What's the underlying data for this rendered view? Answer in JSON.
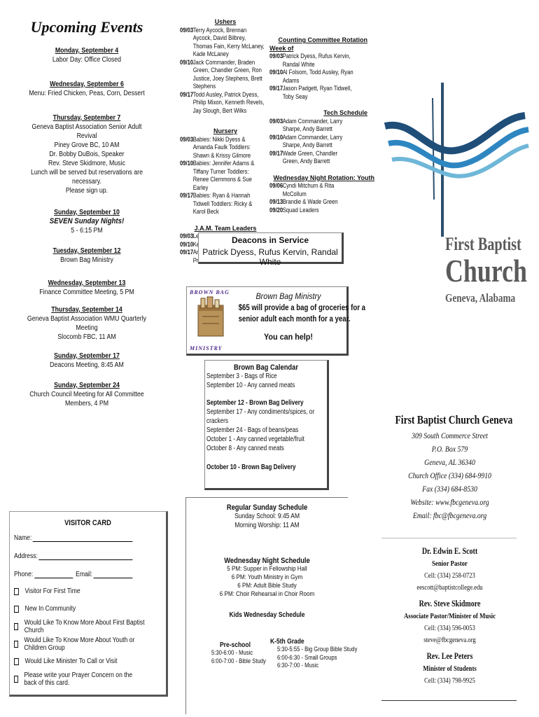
{
  "events": {
    "title": "Upcoming Events",
    "items": [
      {
        "date": "Monday, September 4",
        "lines": [
          "Labor Day: Office Closed"
        ]
      },
      {
        "date": "Wednesday, September 6",
        "lines": [
          "Menu: Fried Chicken, Peas, Corn, Dessert"
        ]
      },
      {
        "date": "Thursday, September 7",
        "lines": [
          "Geneva Baptist Association Senior Adult Revival",
          "Piney Grove BC, 10 AM",
          "Dr. Bobby DuBois, Speaker",
          "Rev. Steve Skidmore, Music",
          "Lunch will be served but reservations are necessary.",
          "Please sign up."
        ]
      },
      {
        "date": "Sunday, September 10",
        "lines": [
          "SEVEN Sunday Nights!",
          "5 - 6:15 PM"
        ]
      },
      {
        "date": "Tuesday, September 12",
        "lines": [
          "Brown Bag Ministry"
        ]
      },
      {
        "date": "Wednesday, September 13",
        "lines": [
          "Finance Committee Meeting, 5 PM"
        ]
      },
      {
        "date": "Thursday, September 14",
        "lines": [
          "Geneva Baptist Association WMU Quarterly Meeting",
          "Slocomb FBC, 11 AM"
        ]
      },
      {
        "date": "Sunday, September 17",
        "lines": [
          "Deacons Meeting, 8:45 AM"
        ]
      },
      {
        "date": "Sunday, September 24",
        "lines": [
          "Church Council Meeting for All Committee Members, 4 PM"
        ]
      }
    ]
  },
  "visitor": {
    "title": "VISITOR CARD",
    "name": "Name:",
    "address": "Address:",
    "phone": "Phone:",
    "email": "Email:",
    "checks": [
      "Visitor For First Time",
      "New In Community",
      "Would Like To Know More About First Baptist Church",
      "Would Like To Know More About Youth or Children Group",
      "Would Like Minister To Call or Visit",
      "Please write your Prayer Concern on the back of this card."
    ]
  },
  "ushers": {
    "title": "Ushers",
    "items": [
      {
        "date": "09/03",
        "text": "Terry Aycock, Brennan Aycock, David Bilbrey, Thomas Fain, Kerry McLaney, Kade McLaney"
      },
      {
        "date": "09/10",
        "text": "Jack Commander, Braden Green, Chandler Green, Ron Justice, Joey Stephens, Brett Stephens"
      },
      {
        "date": "09/17",
        "text": "Todd Ausley, Patrick Dyess, Philip Mixon, Kenneth Revels, Jay Slough, Bert Wilks"
      }
    ]
  },
  "nursery": {
    "title": "Nursery",
    "items": [
      {
        "date": "09/03",
        "text": "Babies: Nikki Dyess & Amanda Faulk Toddlers: Shawn & Krissy Gilmore"
      },
      {
        "date": "09/10",
        "text": "Babies: Jennifer Adams & Tiffany Turner Toddlers: Renee Clemmons & Sue Earley"
      },
      {
        "date": "09/17",
        "text": "Babies: Ryan & Hannah Tidwell Toddlers: Ricky & Karol Beck"
      }
    ]
  },
  "jam": {
    "title": "J.A.M. Team Leaders",
    "items": [
      {
        "date": "09/03",
        "text": "Lee Peters & Youth"
      },
      {
        "date": "09/10",
        "text": "Kenneth & Michelle Revels"
      },
      {
        "date": "09/17",
        "text": "Anna Padgett & Mandy Precise"
      }
    ]
  },
  "counting": {
    "title": "Counting Committee Rotation",
    "subtitle": "Week of",
    "items": [
      {
        "date": "09/03",
        "text": "Patrick Dyess, Rufus Kervin, Randal White"
      },
      {
        "date": "09/10",
        "text": "Al Folsom, Todd Ausley, Ryan Adams"
      },
      {
        "date": "09/17",
        "text": "Jason Padgett, Ryan Tidwell, Toby Seay"
      }
    ]
  },
  "tech": {
    "title": "Tech Schedule",
    "items": [
      {
        "date": "09/03",
        "text": "Adam Commander, Larry Sharpe, Andy Barrett"
      },
      {
        "date": "09/10",
        "text": "Adam Commander, Larry Sharpe, Andy Barrett"
      },
      {
        "date": "09/17",
        "text": "Wade Green, Chandler Green, Andy Barrett"
      }
    ]
  },
  "youth": {
    "title": "Wednesday Night Rotation: Youth",
    "items": [
      {
        "date": "09/06",
        "text": "Cyndi Mitchum & Rita McCollum"
      },
      {
        "date": "09/13",
        "text": "Brandie & Wade Green"
      },
      {
        "date": "09/20",
        "text": "Squad Leaders"
      }
    ]
  },
  "deacons": {
    "title": "Deacons in Service",
    "names": "Patrick Dyess, Rufus Kervin, Randal White"
  },
  "brownbag": {
    "logo_top": "BROWN BAG",
    "logo_bottom": "MINISTRY",
    "title": "Brown Bag Ministry",
    "line1": "$65 will provide a bag of groceries for a",
    "line2": "senior adult each month for a year.",
    "help": "You can help!"
  },
  "calendar": {
    "title": "Brown Bag Calendar",
    "group1": [
      "September 3 - Bags of Rice",
      "September 10 - Any canned meats"
    ],
    "delivery1": "September 12 - Brown Bag Delivery",
    "group2": [
      "September 17 - Any condiments/spices, or crackers",
      "September 24 - Bags of beans/peas",
      "October 1 - Any canned vegetable/fruit",
      "October 8 - Any canned meats"
    ],
    "delivery2": "October 10 - Brown Bag Delivery"
  },
  "schedule": {
    "sunday_title": "Regular Sunday Schedule",
    "sunday": [
      "Sunday School: 9:45 AM",
      "Morning Worship: 11 AM"
    ],
    "wed_title": "Wednesday Night Schedule",
    "wed": [
      "5 PM: Supper in Fellowship Hall",
      "6 PM: Youth Ministry in Gym",
      "6 PM: Adult Bible Study",
      "6 PM: Choir Rehearsal in Choir Room"
    ],
    "kids_title": "Kids Wednesday Schedule",
    "pre_title": "Pre-school",
    "pre": [
      "5:30-6:00 - Music",
      "6:00-7:00 - Bible Study"
    ],
    "k5_title": "K-5th Grade",
    "k5": [
      "5:30-5:55 - Big Group Bible Study",
      "6:00-6:30 - Small Groups",
      "6:30-7:00 - Music"
    ]
  },
  "church": {
    "logo_line1": "First Baptist",
    "logo_line2": "Church",
    "logo_line3": "Geneva, Alabama",
    "name": "First Baptist Church Geneva",
    "address": [
      "309 South Commerce Street",
      "P.O. Box 579",
      "Geneva, AL 36340",
      "Church Office (334) 684-9910",
      "Fax (334) 684-8530",
      "Website: www.fbcgeneva.org",
      "Email: fbc@fbcgeneva.org"
    ]
  },
  "staff": [
    {
      "name": "Dr. Edwin E. Scott",
      "role": "Senior Pastor",
      "phone": "Cell: (334) 258-0723",
      "email": "eescott@baptistcollege.edu"
    },
    {
      "name": "Rev. Steve Skidmore",
      "role": "Associate Pastor/Minister of Music",
      "phone": "Cell: (334) 596-0053",
      "email": "steve@fbcgeneva.org"
    },
    {
      "name": "Rev. Lee Peters",
      "role": "Minister of Students",
      "phone": "Cell: (334) 798-9925",
      "email": ""
    }
  ],
  "colors": {
    "wave_dark": "#1f4e79",
    "wave_mid": "#2e86c1",
    "wave_light": "#6fb7d8",
    "logo_gray": "#5a5a5a"
  }
}
